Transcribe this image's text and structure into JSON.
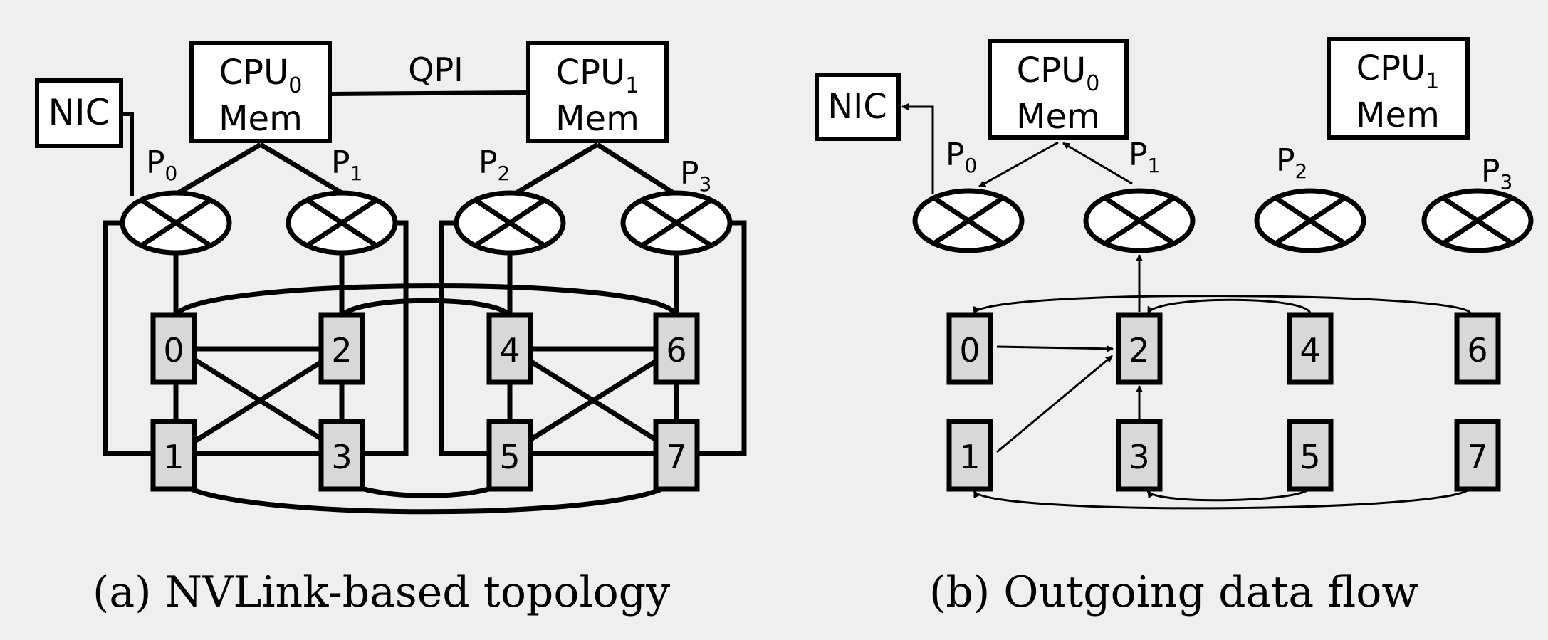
{
  "labels": {
    "cpu0": "CPU",
    "cpu1": "CPU",
    "sub0": "0",
    "sub1": "1",
    "mem": "Mem",
    "nic": "NIC",
    "qpi": "QPI",
    "p": "P",
    "p0_sub": "0",
    "p1_sub": "1",
    "p2_sub": "2",
    "p3_sub": "3"
  },
  "gpus": [
    "0",
    "1",
    "2",
    "3",
    "4",
    "5",
    "6",
    "7"
  ],
  "captions": {
    "a": "(a)  NVLink-based topology",
    "b": "(b)  Outgoing data flow"
  },
  "colors": {
    "background": "#efefef",
    "gpu_fill": "#d8d8d8",
    "stroke": "#000000",
    "box_fill": "#ffffff"
  }
}
